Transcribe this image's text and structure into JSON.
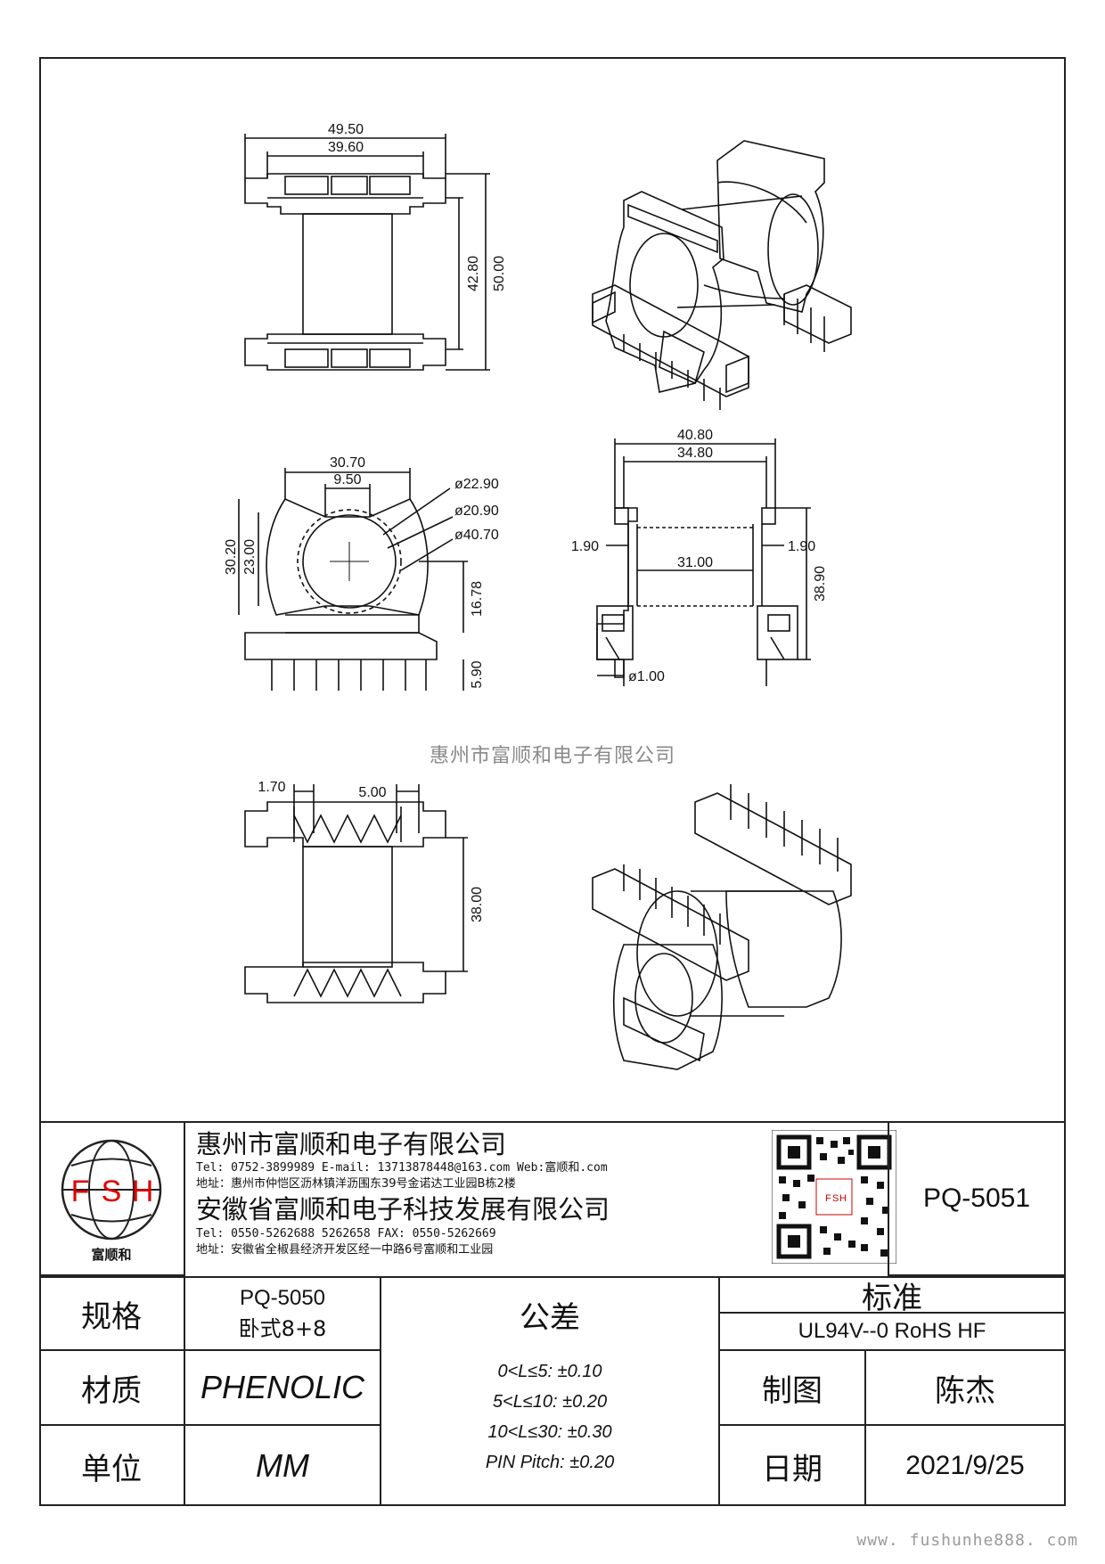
{
  "watermark": {
    "middle": "惠州市富顺和电子有限公司",
    "bottom": "www. fushunhe888. com"
  },
  "dimensions": {
    "top_view": {
      "overall_width": "49.50",
      "inner_width": "39.60",
      "height_inner": "42.80",
      "height_overall": "50.00"
    },
    "end_view": {
      "width": "30.70",
      "slot": "9.50",
      "d1": "ø22.90",
      "d2": "ø20.90",
      "d3": "ø40.70",
      "h1": "30.20",
      "h2": "23.00",
      "h3": "16.78",
      "pin": "5.90"
    },
    "side_view": {
      "overall": "40.80",
      "inner": "34.80",
      "left_wall": "1.90",
      "right_wall": "1.90",
      "winding": "31.00",
      "height": "38.90",
      "pin_dia": "ø1.00"
    },
    "bottom_view": {
      "pin_offset": "1.70",
      "pin_pitch": "5.00",
      "height": "38.00"
    }
  },
  "title_block": {
    "logo": {
      "letters": [
        "F",
        "S",
        "H"
      ],
      "name": "富顺和"
    },
    "company1": {
      "name": "惠州市富顺和电子有限公司",
      "contact": "Tel:  0752-3899989  E-mail: 13713878448@163.com  Web:富顺和.com",
      "address": "地址：惠州市仲恺区沥林镇洋沥围东39号金诺达工业园B栋2楼"
    },
    "company2": {
      "name": "安徽省富顺和电子科技发展有限公司",
      "contact": "Tel:  0550-5262688  5262658     FAX: 0550-5262669",
      "address": "地址：安徽省全椒县经济开发区经一中路6号富顺和工业园"
    },
    "part_number": "PQ-5051",
    "spec_label": "规格",
    "spec_value_1": "PQ-5050",
    "spec_value_2": "卧式8+8",
    "tolerance_label": "公差",
    "tolerances": [
      "0<L≤5: ±0.10",
      "5<L≤10: ±0.20",
      "10<L≤30: ±0.30",
      "PIN Pitch: ±0.20"
    ],
    "standard_label": "标准",
    "standard_value": "UL94V--0  RoHS HF",
    "material_label": "材质",
    "material_value": "PHENOLIC",
    "drawn_label": "制图",
    "drawn_value": "陈杰",
    "unit_label": "单位",
    "unit_value": "MM",
    "date_label": "日期",
    "date_value": "2021/9/25"
  }
}
